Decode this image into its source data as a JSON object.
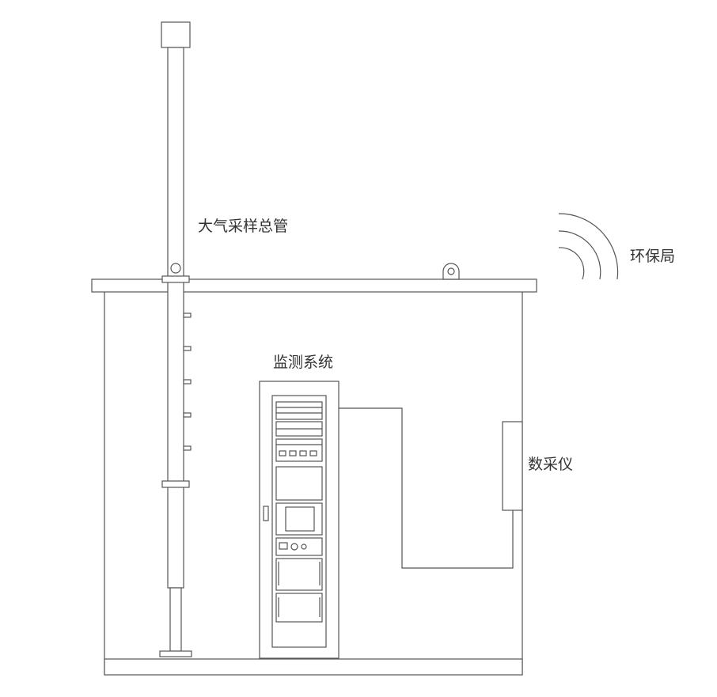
{
  "labels": {
    "sampling_pipe": "大气采样总管",
    "monitoring_system": "监测系统",
    "environmental_bureau": "环保局",
    "data_acquisition": "数采仪"
  },
  "colors": {
    "line": "#555555",
    "text": "#333333",
    "background": "#ffffff"
  },
  "icons": [
    "wireless-signal-icon"
  ]
}
